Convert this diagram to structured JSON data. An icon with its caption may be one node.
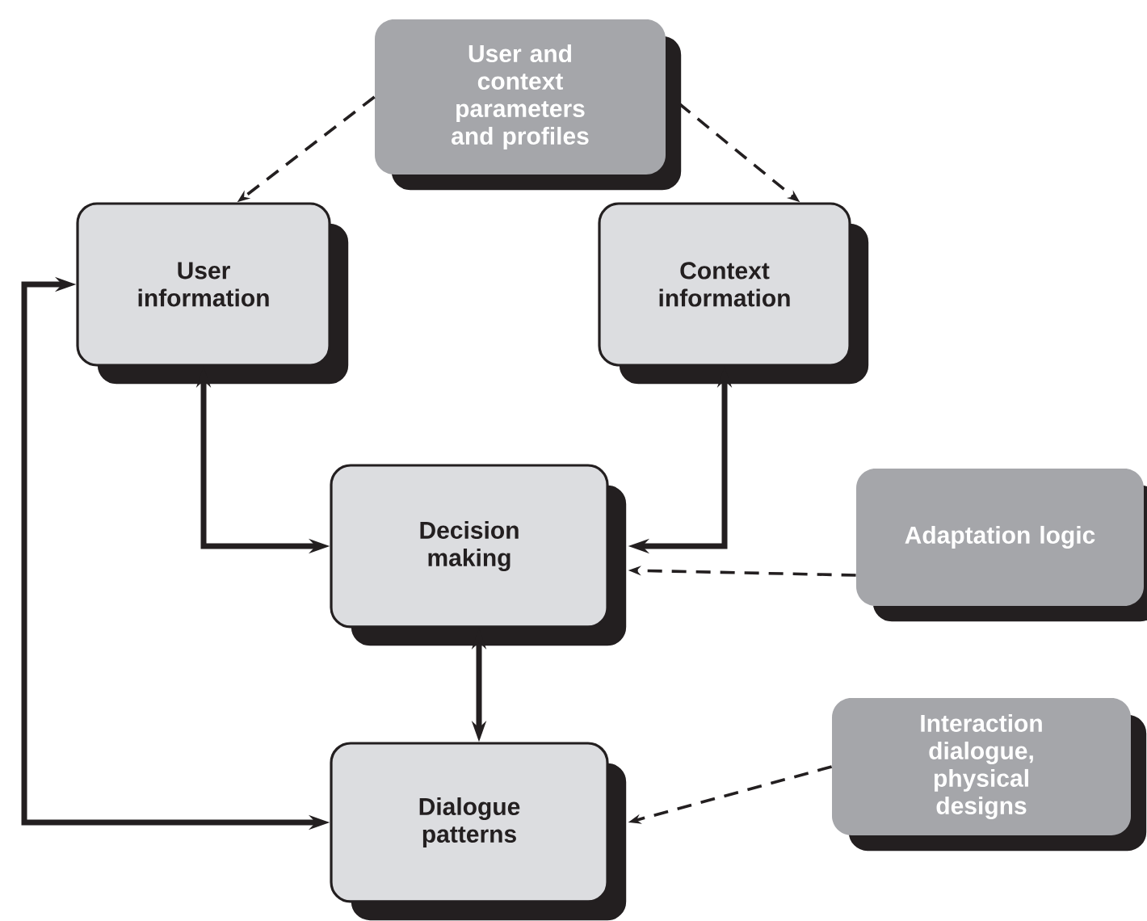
{
  "diagram": {
    "nodes": [
      {
        "text": [
          "User and context parameters and profiles"
        ]
      },
      {
        "text": [
          "User information"
        ]
      },
      {
        "text": [
          "Context information"
        ]
      },
      {
        "text": [
          "Decision making"
        ]
      },
      {
        "text": [
          "Adaptation logic"
        ]
      },
      {
        "text": [
          "Dialogue patterns"
        ]
      },
      {
        "text": [
          "Interaction dialogue, physical designs"
        ]
      }
    ],
    "edges": [
      {
        "from": 0,
        "to": 1,
        "arrow": "to",
        "style": "dashed"
      },
      {
        "from": 0,
        "to": 2,
        "arrow": "to",
        "style": "dashed"
      },
      {
        "from": 1,
        "to": 3,
        "arrow": "both",
        "style": "thick"
      },
      {
        "from": 2,
        "to": 3,
        "arrow": "both",
        "style": "thick"
      },
      {
        "from": 4,
        "to": 3,
        "arrow": "to",
        "style": "dashed"
      },
      {
        "from": 3,
        "to": 5,
        "arrow": "both",
        "style": "thick"
      },
      {
        "from": 5,
        "to": 1,
        "arrow": "both",
        "style": "thick"
      },
      {
        "from": 6,
        "to": 5,
        "arrow": "to",
        "style": "dashed"
      }
    ]
  }
}
